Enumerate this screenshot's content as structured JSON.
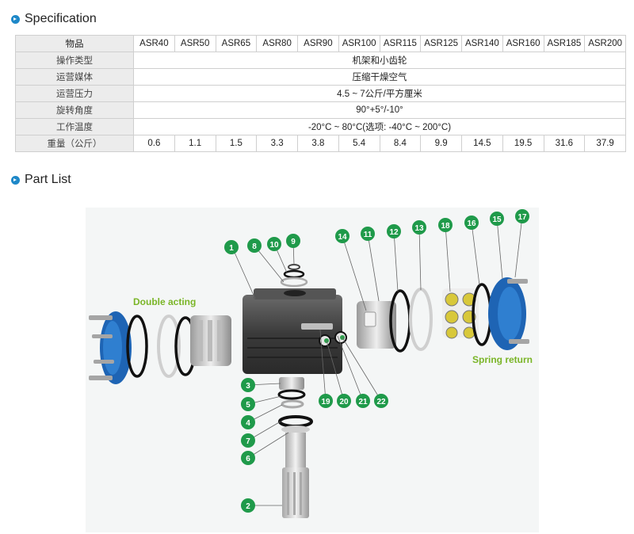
{
  "headings": {
    "specification": "Specification",
    "part_list": "Part List"
  },
  "spec_table": {
    "header_label": "物品",
    "models": [
      "ASR40",
      "ASR50",
      "ASR65",
      "ASR80",
      "ASR90",
      "ASR100",
      "ASR115",
      "ASR125",
      "ASR140",
      "ASR160",
      "ASR185",
      "ASR200"
    ],
    "rows": [
      {
        "label": "操作类型",
        "value": "机架和小齿轮"
      },
      {
        "label": "运营媒体",
        "value": "压缩干燥空气"
      },
      {
        "label": "运营压力",
        "value": "4.5 ~ 7公斤/平方厘米"
      },
      {
        "label": "旋转角度",
        "value": "90°+5°/-10°"
      },
      {
        "label": "工作温度",
        "value": "-20°C ~ 80°C(选项: -40°C ~ 200°C)"
      }
    ],
    "weight_label": "重量（公斤）",
    "weights": [
      "0.6",
      "1.1",
      "1.5",
      "3.3",
      "3.8",
      "5.4",
      "8.4",
      "9.9",
      "14.5",
      "19.5",
      "31.6",
      "37.9"
    ]
  },
  "diagram": {
    "labels": {
      "double_acting": "Double acting",
      "spring_return": "Spring return"
    },
    "callouts": [
      "1",
      "2",
      "3",
      "4",
      "5",
      "6",
      "7",
      "8",
      "9",
      "10",
      "11",
      "12",
      "13",
      "14",
      "15",
      "16",
      "17",
      "18",
      "19",
      "20",
      "21",
      "22"
    ],
    "colors": {
      "callout": "#1f9a4a",
      "end_cap": "#1e64b4",
      "annotation": "#7ab527",
      "body": "#3c3c3c",
      "spring": "#d8c83a"
    }
  }
}
